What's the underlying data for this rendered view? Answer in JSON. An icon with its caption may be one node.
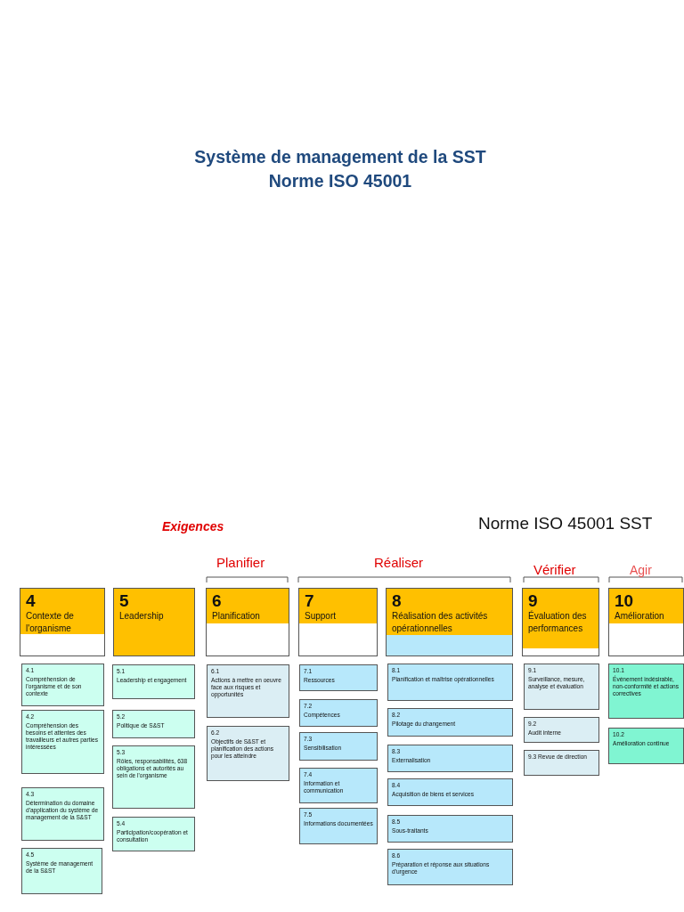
{
  "diagram": {
    "title": "Système de management de la SST Norme ISO 45001",
    "nodes": [
      {
        "text": [
          "4",
          "Contexte de l'organisme"
        ]
      },
      {
        "text": [
          "5",
          "Leadership"
        ]
      },
      {
        "text": [
          "6",
          "Planification"
        ]
      },
      {
        "text": [
          "7",
          "Support"
        ]
      },
      {
        "text": [
          "8",
          "Réalisation des activités opérationnelles"
        ]
      },
      {
        "text": [
          "9",
          "Évaluation des performances"
        ]
      },
      {
        "text": [
          "10",
          "Amélioration"
        ]
      },
      {
        "text": [
          "4.1",
          "Compréhension de l'organisme et de son contexte"
        ]
      },
      {
        "text": [
          "4.2",
          "Compréhension des besoins et attentes des travailleurs et autres parties intéressées"
        ]
      },
      {
        "text": [
          "4.3",
          "Détermination du domaine d'application du système de management de la S&ST"
        ]
      },
      {
        "text": [
          "4.5",
          "Système de management de la S&ST"
        ]
      },
      {
        "text": [
          "5.1",
          "Leadership et engagement"
        ]
      },
      {
        "text": [
          "5.2",
          "Politique de S&ST"
        ]
      },
      {
        "text": [
          "5.3",
          "Rôles, responsabilités, 638 obligations et autorités au sein de l'organisme"
        ]
      },
      {
        "text": [
          "5.4",
          "Participation/coopération et consultation"
        ]
      },
      {
        "text": [
          "6.1",
          "Actions à mettre en oeuvre face aux risques et opportunités"
        ]
      },
      {
        "text": [
          "6.2",
          "Objectifs de S&ST et planification des actions pour les atteindre"
        ]
      },
      {
        "text": [
          "7.1",
          "Ressources"
        ]
      },
      {
        "text": [
          "7.2",
          "Compétences"
        ]
      },
      {
        "text": [
          "7.3",
          "Sensibilisation"
        ]
      },
      {
        "text": [
          "7.4",
          "Information et communication"
        ]
      },
      {
        "text": [
          "7.5",
          "Informations documentées"
        ]
      },
      {
        "text": [
          "8.1",
          "Planification et maîtrise opérationnelles"
        ]
      },
      {
        "text": [
          "8.2",
          "Pilotage du changement"
        ]
      },
      {
        "text": [
          "8.3",
          "Externalisation"
        ]
      },
      {
        "text": [
          "8.4",
          "Acquisition de biens et services"
        ]
      },
      {
        "text": [
          "8.5",
          "Sous-traitants"
        ]
      },
      {
        "text": [
          "8.6",
          "Préparation et réponse aux situations d'urgence"
        ]
      },
      {
        "text": [
          "9.1",
          "Surveillance, mesure, analyse et évaluation"
        ]
      },
      {
        "text": [
          "9.2",
          "Audit interne"
        ]
      },
      {
        "text": [
          "9.3 Revue de direction"
        ]
      },
      {
        "text": [
          "10.1",
          "Événement indésirable, non-conformité et actions correctives"
        ]
      },
      {
        "text": [
          "10.2",
          "Amélioration continue"
        ]
      }
    ],
    "edges": [],
    "labels": [
      "Exigences",
      "Norme ISO 45001 SST",
      "Planifier",
      "Réaliser",
      "Vérifier",
      "Agir"
    ]
  }
}
